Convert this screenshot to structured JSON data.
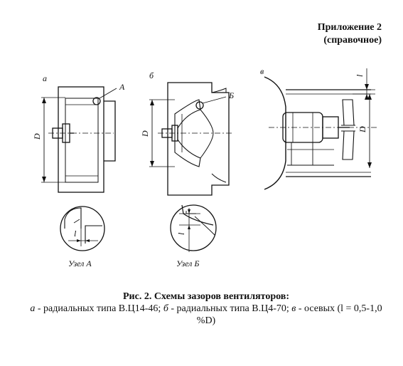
{
  "header": {
    "line1": "Приложение 2",
    "line2": "(справочное)"
  },
  "figure": {
    "label_a": "а",
    "label_b": "б",
    "label_v": "в",
    "node_a_marker": "А",
    "node_b_marker": "Б",
    "dim_D": "D",
    "dim_l": "l",
    "node_a_caption": "Узел А",
    "node_b_caption": "Узел Б"
  },
  "caption": {
    "title": "Рис. 2. Схемы зазоров вентиляторов:",
    "a_letter": "а",
    "a_text": " - радиальных типа В.Ц14-46; ",
    "b_letter": "б",
    "b_text": " - радиальных типа В.Ц4-70; ",
    "v_letter": "в",
    "v_text": " - осевых (l = 0,5-1,0 %D)"
  }
}
